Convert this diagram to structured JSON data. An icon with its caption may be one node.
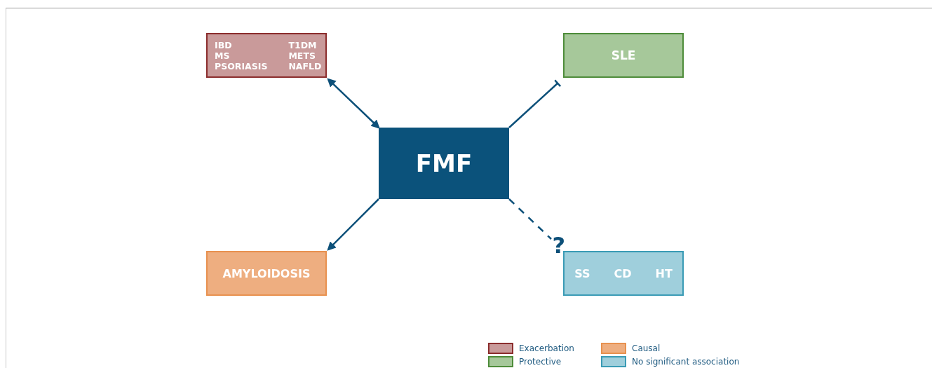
{
  "diagram": {
    "nodes": [
      {
        "text": [
          "IBD",
          "T1DM",
          "MS",
          "METS",
          "PSORIASIS",
          "NAFLD"
        ]
      },
      {
        "text": [
          "SLE"
        ]
      },
      {
        "text": [
          "FMF"
        ]
      },
      {
        "text": [
          "AMYLOIDOSIS"
        ]
      },
      {
        "text": [
          "SS",
          "CD",
          "HT"
        ]
      }
    ],
    "edges": [
      {
        "from": 2,
        "to": 0,
        "arrow": "both"
      },
      {
        "from": 2,
        "to": 1,
        "arrow": "other"
      },
      {
        "from": 2,
        "to": 3,
        "arrow": "to"
      },
      {
        "from": 2,
        "to": 4,
        "arrow": "none",
        "style": "dashed",
        "label": "?"
      }
    ],
    "legend": [
      {
        "text": "Exacerbation",
        "color": "#c99a9a"
      },
      {
        "text": "Protective",
        "color": "#a6c89a"
      },
      {
        "text": "Causal",
        "color": "#eeae80"
      },
      {
        "text": "No significant association",
        "color": "#9fcfdc"
      }
    ]
  }
}
